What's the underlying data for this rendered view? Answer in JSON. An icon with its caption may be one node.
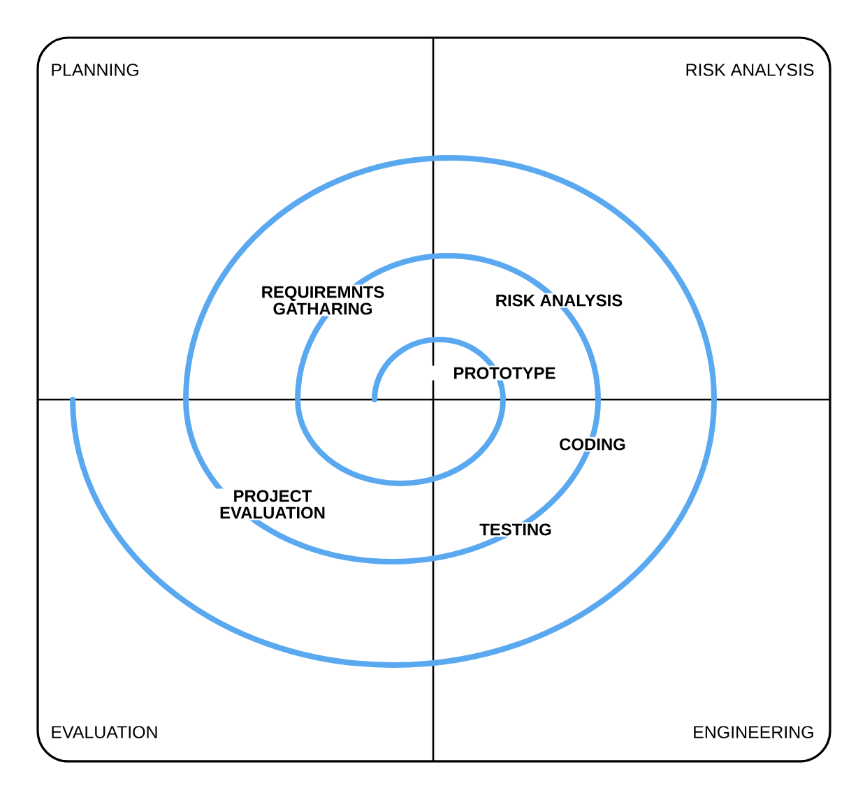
{
  "diagram": {
    "labels": [
      "PLANNING",
      "RISK ANALYSIS",
      "REQUIREMNTS GATHARING",
      "RISK ANALYSIS",
      "PROTOTYPE",
      "CODING",
      "PROJECT EVALUATION",
      "TESTING",
      "EVALUATION",
      "ENGINEERING"
    ]
  }
}
